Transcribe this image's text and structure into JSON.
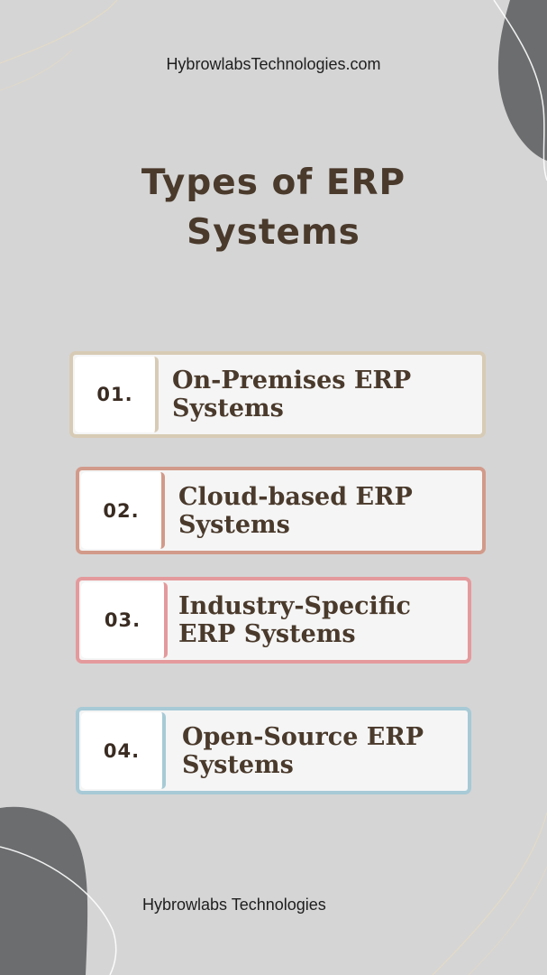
{
  "header": {
    "website": "HybrowlabsTechnologies.com"
  },
  "title": {
    "line1": "Types of ERP",
    "line2": "Systems"
  },
  "items": [
    {
      "number": "01.",
      "line1": "On-Premises ERP",
      "line2": "Systems",
      "color": "#d8cbb5"
    },
    {
      "number": "02.",
      "line1": "Cloud-based ERP",
      "line2": "Systems",
      "color": "#d29a8a"
    },
    {
      "number": "03.",
      "line1": "Industry-Specific",
      "line2": "ERP Systems",
      "color": "#e49a9c"
    },
    {
      "number": "04.",
      "line1": "Open-Source ERP",
      "line2": "Systems",
      "color": "#a7cad6"
    }
  ],
  "footer": {
    "brand": "Hybrowlabs Technologies"
  },
  "colors": {
    "background": "#d5d5d5",
    "blob": "#6c6d6f",
    "title_text": "#4a3a2c"
  }
}
